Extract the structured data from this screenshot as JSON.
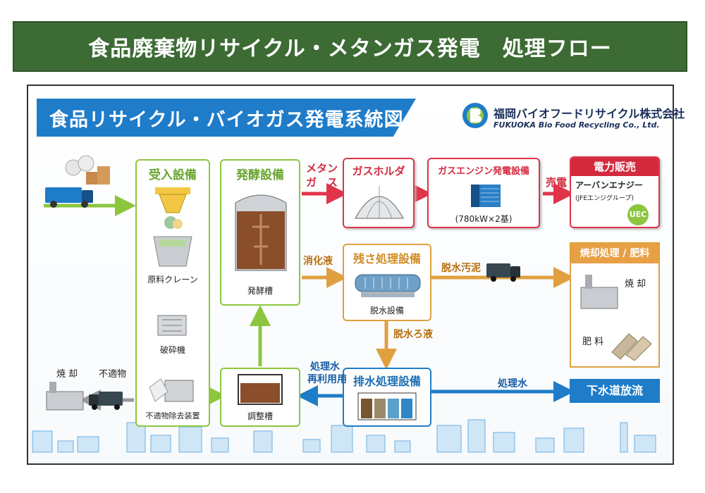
{
  "page_title": "食品廃棄物リサイクル・メタンガス発電　処理フロー",
  "diagram_title": "食品リサイクル・バイオガス発電系統図",
  "company": {
    "name_jp": "福岡バイオフードリサイクル株式会社",
    "name_en": "FUKUOKA Bio Food Recycling Co., Ltd."
  },
  "receiving": {
    "title": "受入設備",
    "crane": "原料クレーン",
    "crusher": "破砕機",
    "remover": "不適物除去装置"
  },
  "fermentation": {
    "title": "発酵設備",
    "tank": "発酵槽",
    "adjust_tank": "調整槽"
  },
  "flows": {
    "methane_1": "メタン",
    "methane_2": "ガ　ス",
    "digested": "消化液",
    "sell_power": "売電",
    "dewatered_sludge": "脱水汚泥",
    "filtrate": "脱水ろ液",
    "reuse_1": "処理水",
    "reuse_2": "再利用用",
    "treated_water": "処理水",
    "unsuitable": "不適物",
    "incinerate_left": "焼 却"
  },
  "gas_holder": {
    "title": "ガスホルダ"
  },
  "engine": {
    "title": "ガスエンジン発電設備",
    "capacity": "(780kW×2基)"
  },
  "power_sale": {
    "title": "電力販売",
    "buyer": "アーバンエナジー",
    "group": "(JFEエンジグループ)",
    "logo": "UEC"
  },
  "residue": {
    "title": "残さ処理設備",
    "equipment": "脱水設備"
  },
  "incineration": {
    "title": "焼却処理 / 肥料",
    "incinerate": "焼 却",
    "fertilizer": "肥 料"
  },
  "wastewater": {
    "title": "排水処理設備"
  },
  "sewer": {
    "title": "下水道放流"
  },
  "colors": {
    "green": "#8cc63f",
    "orange": "#e0a040",
    "red": "#e0344a",
    "blue": "#1e7cc9",
    "title_green": "#3c6b34"
  }
}
